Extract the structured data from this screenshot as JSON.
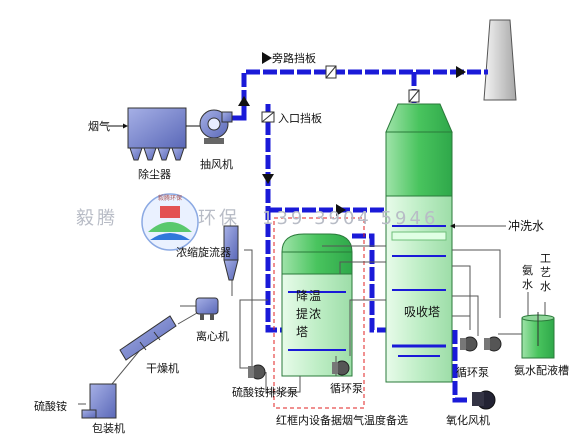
{
  "labels": {
    "flue_gas": "烟气",
    "dust_collector": "除尘器",
    "exhaust_fan": "抽风机",
    "bypass_damper": "旁路挡板",
    "inlet_damper": "入口挡板",
    "wash_water": "冲洗水",
    "ammonia_water": "氨水",
    "process_water": "工艺水",
    "thickening_cyclone": "浓缩旋流器",
    "centrifuge": "离心机",
    "dryer": "干燥机",
    "ammonium_sulfate": "硫酸铵",
    "packing_machine": "包装机",
    "cooling_tower": "降温提浓塔",
    "absorption_tower": "吸收塔",
    "circ_pump_left": "循环泵",
    "circ_pump_right": "循环泵",
    "sulfate_discharge_pump": "硫酸铵排浆泵",
    "ammonia_tank": "氨水配液槽",
    "oxidation_fan": "氧化风机",
    "red_box_note": "红框内设备据烟气温度备选"
  },
  "watermark": {
    "company": "毅腾",
    "brand": "环保",
    "phone": "139 3904 5946",
    "logo_text": "毅腾环保"
  },
  "colors": {
    "pipe_blue": "#1a1ad8",
    "tower_green": "#3cc85a",
    "tower_light": "#c8f0cc",
    "equipment_blue": "#6f7fc8",
    "red_frame": "#e02020",
    "stack_gray": "#c8c8c8"
  }
}
